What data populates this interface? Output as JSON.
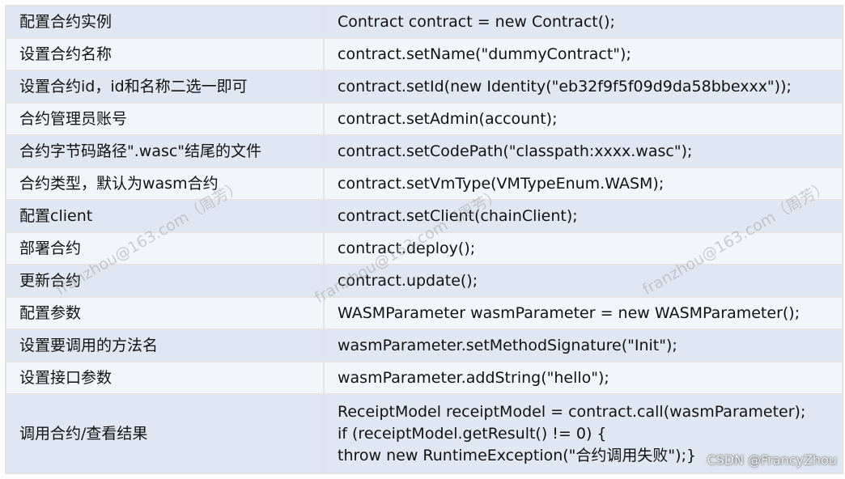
{
  "table": {
    "rows": [
      {
        "desc": "配置合约实例",
        "code": [
          "Contract contract = new Contract();"
        ]
      },
      {
        "desc": "设置合约名称",
        "code": [
          "contract.setName(\"dummyContract\");"
        ]
      },
      {
        "desc": "设置合约id，id和名称二选一即可",
        "code": [
          "contract.setId(new Identity(\"eb32f9f5f09d9da58bbexxx\"));"
        ]
      },
      {
        "desc": "合约管理员账号",
        "code": [
          "contract.setAdmin(account);"
        ]
      },
      {
        "desc": "合约字节码路径\".wasc\"结尾的文件",
        "code": [
          "contract.setCodePath(\"classpath:xxxx.wasc\");"
        ]
      },
      {
        "desc": "合约类型，默认为wasm合约",
        "code": [
          "contract.setVmType(VMTypeEnum.WASM);"
        ]
      },
      {
        "desc": "配置client",
        "code": [
          "contract.setClient(chainClient);"
        ]
      },
      {
        "desc": "部署合约",
        "code": [
          "contract.deploy();"
        ]
      },
      {
        "desc": "更新合约",
        "code": [
          "contract.update();"
        ]
      },
      {
        "desc": "配置参数",
        "code": [
          "WASMParameter wasmParameter = new WASMParameter();"
        ]
      },
      {
        "desc": "设置要调用的方法名",
        "code": [
          "wasmParameter.setMethodSignature(\"Init\");"
        ]
      },
      {
        "desc": "设置接口参数",
        "code": [
          "wasmParameter.addString(\"hello\");"
        ]
      },
      {
        "desc": "调用合约/查看结果",
        "code": [
          "ReceiptModel receiptModel = contract.call(wasmParameter);",
          "if (receiptModel.getResult() != 0) {",
          "throw new RuntimeException(\"合约调用失败\");}"
        ]
      }
    ]
  },
  "watermarks": [
    "franzhou@163.com（周芳）",
    "franzhou@163.com（周芳）",
    "franzhou@163.com（周芳）"
  ],
  "credit": "CSDN @FrancyZhou",
  "colors": {
    "row_odd": "#dfe8f2",
    "row_even": "#f2f6fb",
    "border": "#e4e4e4",
    "text": "#111111"
  }
}
